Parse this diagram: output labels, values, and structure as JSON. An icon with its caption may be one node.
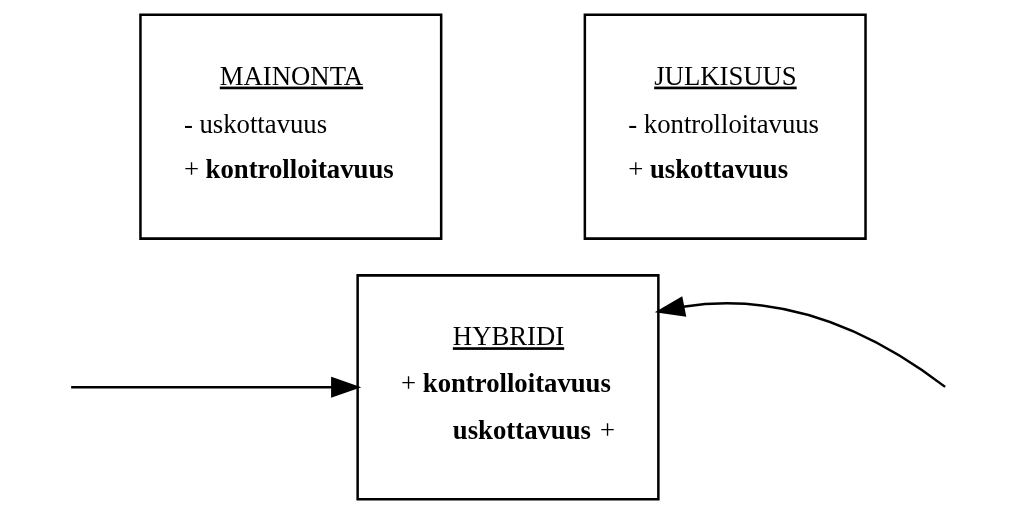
{
  "diagram": {
    "nodes": [
      {
        "text": [
          "MAINONTA",
          "- uskottavuus",
          "+ **kontrolloitavuus**"
        ]
      },
      {
        "text": [
          "JULKISUUS",
          "- kontrolloitavuus",
          "+ **uskottavuus**"
        ]
      },
      {
        "text": [
          "HYBRIDI",
          "+ **kontrolloitavuus**",
          "**uskottavuus** +"
        ]
      }
    ],
    "edges": [
      {
        "from": null,
        "to": 2,
        "arrow": "to"
      },
      {
        "from": null,
        "to": 2,
        "arrow": "to"
      }
    ]
  }
}
